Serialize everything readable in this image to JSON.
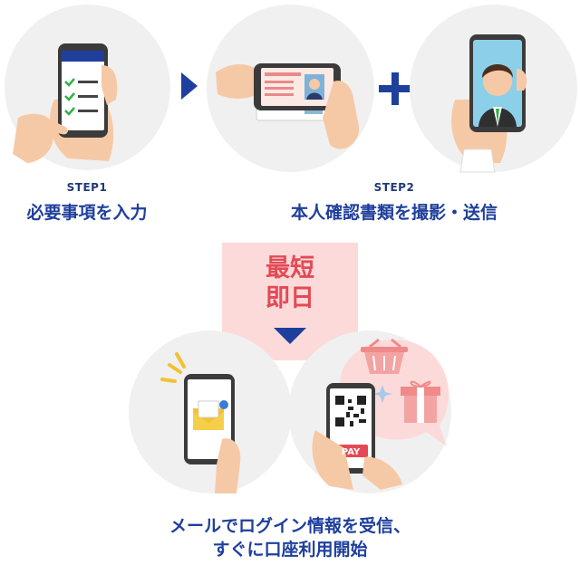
{
  "step1": {
    "num": "STEP1",
    "desc": "必要事項を入力"
  },
  "step2": {
    "num": "STEP2",
    "desc": "本人確認書類を撮影・送信"
  },
  "badge": {
    "line1": "最短",
    "line2": "即日"
  },
  "result": {
    "line1": "メールでログイン情報を受信、",
    "line2": "すぐに口座利用開始"
  },
  "pay_label": "PAY",
  "colors": {
    "navy": "#1f3f9c",
    "pink": "#fddada",
    "red": "#e34a55",
    "circle": "#f0f0f0",
    "skin": "#f6c9a6",
    "green": "#2fb24a"
  }
}
